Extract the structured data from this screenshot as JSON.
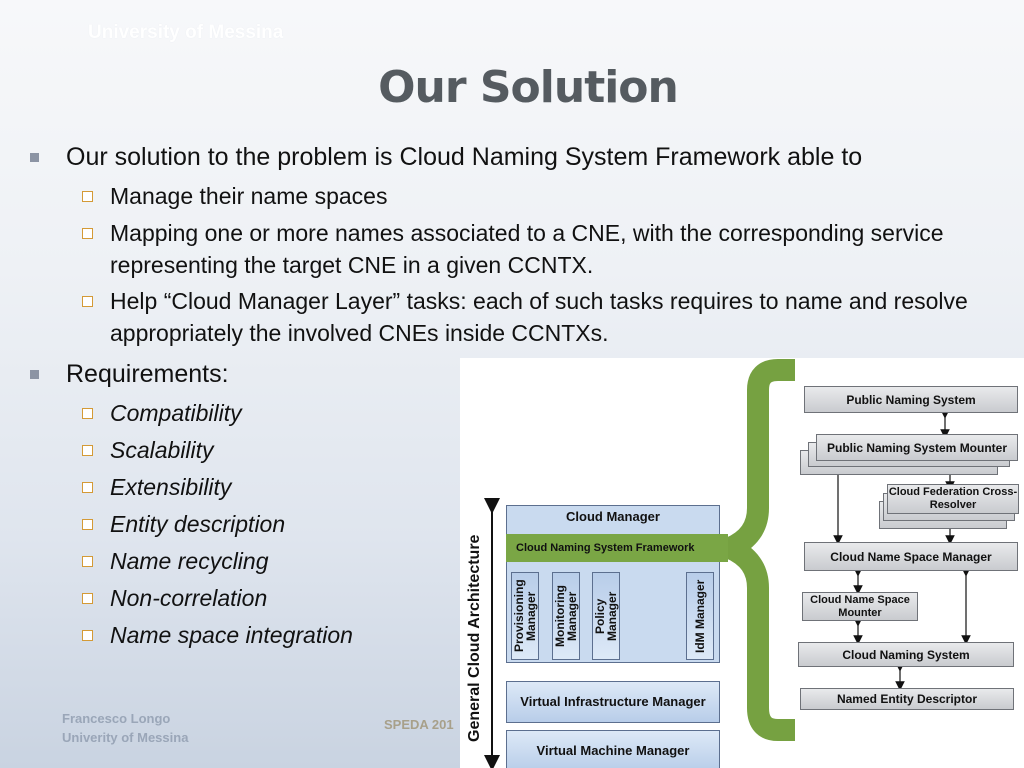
{
  "header": {
    "university": "University of Messina"
  },
  "slide": {
    "title": "Our Solution",
    "bullet1": {
      "text": "Our solution to the problem is Cloud Naming System Framework able to",
      "items": [
        "Manage their name spaces",
        "Mapping one or more names associated to a CNE, with the corresponding service representing the target CNE in a given CCNTX.",
        "Help “Cloud Manager Layer” tasks: each of such tasks requires to name and resolve appropriately the involved CNEs inside CCNTXs."
      ]
    },
    "bullet2": {
      "text": "Requirements:",
      "items": [
        "Compatibility",
        "Scalability",
        "Extensibility",
        "Entity description",
        "Name recycling",
        "Non-correlation",
        "Name space integration"
      ]
    }
  },
  "footer": {
    "author": "Francesco Longo",
    "affiliation": "Univerity of Messina",
    "event": "SPEDA 201"
  },
  "diagram": {
    "general_cloud_architecture": "General Cloud Architecture",
    "cloud_manager": "Cloud Manager",
    "cns_framework": "Cloud Naming System Framework",
    "provisioning_manager": "Provisioning Manager",
    "monitoring_manager": "Monitoring Manager",
    "policy_manager": "Policy Manager",
    "idm_manager": "IdM Manager",
    "virtual_infrastructure_manager": "Virtual Infrastructure Manager",
    "virtual_machine_manager": "Virtual Machine Manager",
    "public_naming_system": "Public Naming System",
    "public_naming_system_mounter": "Public Naming System Mounter",
    "cloud_federation_cross_resolver": "Cloud Federation Cross-Resolver",
    "cloud_name_space_manager": "Cloud Name Space Manager",
    "cloud_name_space_mounter": "Cloud Name Space Mounter",
    "cloud_naming_system": "Cloud Naming System",
    "named_entity_descriptor": "Named Entity Descriptor",
    "colors": {
      "brace": "#76a141",
      "cns_band": "#7aa645",
      "blue_box": "#c7d8ee"
    }
  }
}
